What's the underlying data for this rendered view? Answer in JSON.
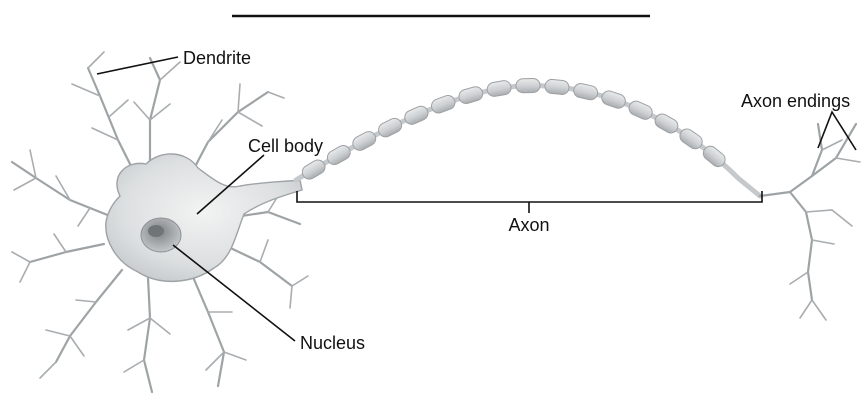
{
  "diagram": {
    "labels": {
      "dendrite": "Dendrite",
      "cell_body": "Cell body",
      "nucleus": "Nucleus",
      "axon": "Axon",
      "axon_endings": "Axon endings"
    },
    "colors": {
      "line": "#111111",
      "neuron_fill": "#e3e5e6",
      "neuron_stroke": "#9ea3a6",
      "myelin_fill": "#cfd2d4",
      "nucleus_fill": "#a5a9ac"
    }
  }
}
